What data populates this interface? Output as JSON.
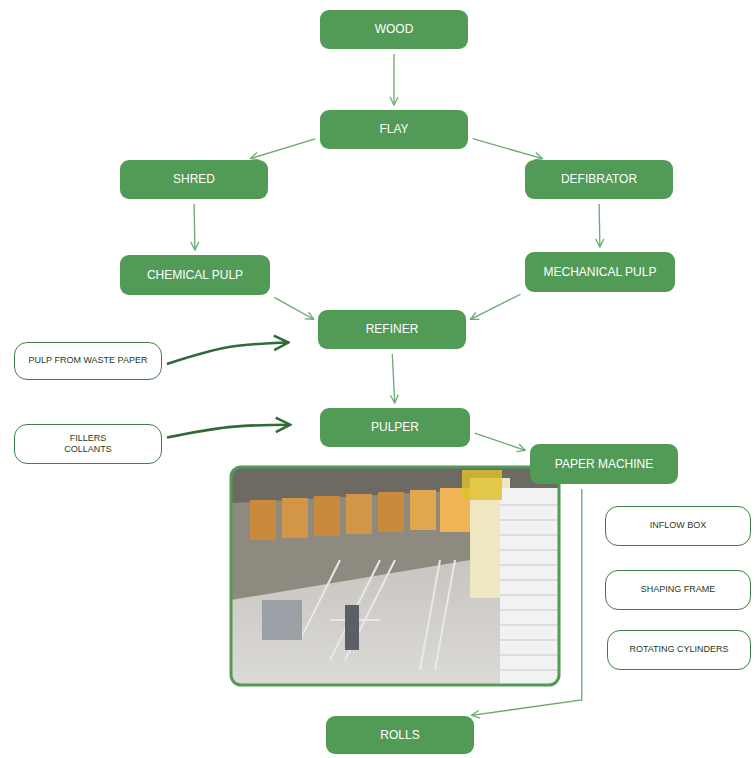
{
  "diagram": {
    "nodes": [
      {
        "text": [
          "WOOD"
        ]
      },
      {
        "text": [
          "FLAY"
        ]
      },
      {
        "text": [
          "SHRED"
        ]
      },
      {
        "text": [
          "DEFIBRATOR"
        ]
      },
      {
        "text": [
          "CHEMICAL PULP"
        ]
      },
      {
        "text": [
          "MECHANICAL PULP"
        ]
      },
      {
        "text": [
          "PULP FROM WASTE PAPER"
        ]
      },
      {
        "text": [
          "REFINER"
        ]
      },
      {
        "text": [
          "FILLERS COLLANTS"
        ]
      },
      {
        "text": [
          "PULPER"
        ]
      },
      {
        "text": [
          "PAPER MACHINE"
        ]
      },
      {
        "text": [
          "INFLOW BOX"
        ]
      },
      {
        "text": [
          "SHAPING FRAME"
        ]
      },
      {
        "text": [
          "ROTATING CYLINDERS"
        ]
      },
      {
        "text": [
          "ROLLS"
        ]
      }
    ],
    "edges": [
      {
        "from": 0,
        "to": 1,
        "arrow": "to"
      },
      {
        "from": 1,
        "to": 2,
        "arrow": "to"
      },
      {
        "from": 1,
        "to": 3,
        "arrow": "to"
      },
      {
        "from": 2,
        "to": 4,
        "arrow": "to"
      },
      {
        "from": 3,
        "to": 5,
        "arrow": "to"
      },
      {
        "from": 4,
        "to": 7,
        "arrow": "to"
      },
      {
        "from": 5,
        "to": 7,
        "arrow": "to"
      },
      {
        "from": 6,
        "to": 7,
        "arrow": "to"
      },
      {
        "from": 7,
        "to": 9,
        "arrow": "to"
      },
      {
        "from": 8,
        "to": 9,
        "arrow": "to"
      },
      {
        "from": 9,
        "to": 10,
        "arrow": "to"
      },
      {
        "from": 10,
        "to": 14,
        "arrow": "to"
      }
    ]
  }
}
